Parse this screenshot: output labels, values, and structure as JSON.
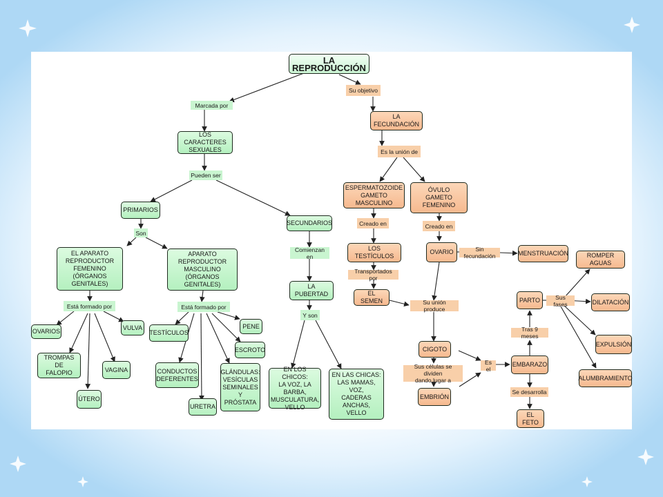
{
  "diagram": {
    "root": "LA REPRODUCCIÓN",
    "concepts": {
      "caracteres": "LOS CARACTERES\nSEXUALES",
      "primarios": "PRIMARIOS",
      "secundarios": "SECUNDARIOS",
      "femenino": "EL APARATO\nREPRODUCTOR\nFEMENINO\n(ÓRGANOS GENITALES)",
      "masculino": "APARATO\nREPRODUCTOR\nMASCULINO\n(ÓRGANOS GENITALES)",
      "ovarios": "OVARIOS",
      "trompas": "TROMPAS DE\nFALOPIO",
      "utero": "ÚTERO",
      "vagina": "VAGINA",
      "vulva": "VULVA",
      "testiculos": "TESTÍCULOS",
      "conductos": "CONDUCTOS\nDEFERENTES",
      "uretra": "URETRA",
      "glandulas": "GLÁNDULAS:\nVESÍCULAS\nSEMINALES Y\nPRÓSTATA",
      "escroto": "ESCROTO",
      "pene": "PENE",
      "pubertad": "LA PUBERTAD",
      "chicos": "EN LOS CHICOS:\nLA VOZ, LA BARBA,\nMUSCULATURA,\nVELLO",
      "chicas": "EN LAS CHICAS:\nLAS MAMAS,\nVOZ,\nCADERAS ANCHAS,\nVELLO",
      "fecundacion": "LA FECUNDACIÓN",
      "espermatozoide": "ESPERMATOZOIDE\nGAMETO MASCULINO",
      "ovulo": "ÓVULO\nGAMETO FEMENINO",
      "los_testiculos": "LOS TESTÍCULOS",
      "ovario": "OVARIO",
      "semen": "EL SEMEN",
      "menstruacion": "MENSTRUACIÓN",
      "cigoto": "CIGOTO",
      "embrion": "EMBRIÓN",
      "embarazo": "EMBARAZO",
      "feto": "EL FETO",
      "parto": "PARTO",
      "romper": "ROMPER AGUAS",
      "dilatacion": "DILATACIÓN",
      "expulsion": "EXPULSIÓN",
      "alumbramiento": "ALUMBRAMIENTO"
    },
    "links": {
      "marcada": "Marcada por",
      "objetivo": "Su objetivo",
      "pueden": "Pueden ser",
      "son": "Son",
      "comienzan": "Comienzan en",
      "formado_f": "Está formado por",
      "formado_m": "Está formado por",
      "yson": "Y son",
      "union_de": "Es la unión de",
      "creado_esp": "Creado en",
      "creado_ov": "Creado en",
      "transportados": "Transportados por",
      "sin_fec": "Sin fecundación",
      "union_produce": "Su unión produce",
      "celulas": "Sus células se dividen\ndando lugar a",
      "esel": "Es el",
      "desarrolla": "Se desarrolla",
      "tras": "Tras 9 meses",
      "fases": "Sus fases"
    }
  }
}
